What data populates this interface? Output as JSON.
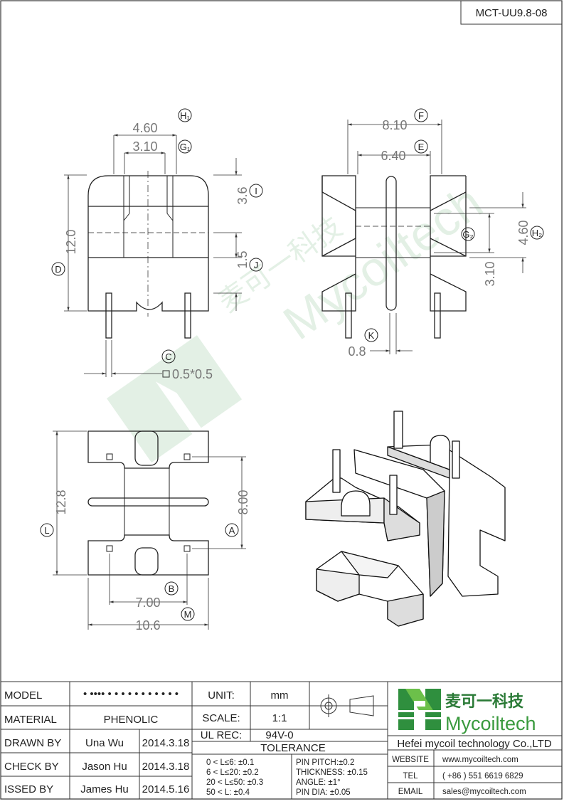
{
  "drawing_code": "MCT-UU9.8-08",
  "watermark": {
    "text": "Mycoiltech",
    "cn": "麦可一科技"
  },
  "front_view": {
    "dims": {
      "w_top": "4.60",
      "w_inner": "3.10",
      "h_total": "12.0",
      "h_top": "3.6",
      "h_mid": "1.5",
      "pin": "0.5*0.5"
    },
    "labels": {
      "H1": "H₁",
      "G1": "G₁",
      "I": "I",
      "J": "J",
      "D": "D",
      "C": "C"
    }
  },
  "side_view": {
    "dims": {
      "w_total": "8.10",
      "w_inner": "6.40",
      "h_outer": "4.60",
      "h_inner": "3.10",
      "pin": "0.8"
    },
    "labels": {
      "F": "F",
      "E": "E",
      "G2": "G₂",
      "H2": "H₂",
      "K": "K"
    }
  },
  "bottom_view": {
    "dims": {
      "h_total": "12.8",
      "pitch_v": "8.00",
      "pitch_h": "7.00",
      "w_total": "10.6"
    },
    "labels": {
      "L": "L",
      "A": "A",
      "B": "B",
      "M": "M"
    }
  },
  "title_block": {
    "model_label": "MODEL",
    "model_value": "• •••• • • • • • • • • • • •",
    "material_label": "MATERIAL",
    "material_value": "PHENOLIC",
    "drawn_label": "DRAWN BY",
    "drawn_name": "Una Wu",
    "drawn_date": "2014.3.18",
    "check_label": "CHECK BY",
    "check_name": "Jason Hu",
    "check_date": "2014.3.18",
    "issued_label": "ISSED BY",
    "issued_name": "James Hu",
    "issued_date": "2014.5.16",
    "unit_label": "UNIT:",
    "unit_value": "mm",
    "scale_label": "SCALE:",
    "scale_value": "1:1",
    "ul_label": "UL REC:",
    "ul_value": "94V-0",
    "tolerance_title": "TOLERANCE",
    "tol_lines": [
      "0 < L≤6:  ±0.1",
      "6 < L≤20:  ±0.2",
      "20 < L≤50:  ±0.3",
      "50 < L:  ±0.4"
    ],
    "tol_right": [
      "PIN PITCH:±0.2",
      "THICKNESS:  ±0.15",
      "ANGLE:  ±1°",
      "PIN DIA:  ±0.05"
    ],
    "logo_cn": "麦可一科技",
    "logo_en": "Mycoiltech",
    "company": "Hefei mycoil technology Co.,LTD",
    "website_label": "WEBSITE",
    "website": "www.mycoiltech.com",
    "tel_label": "TEL",
    "tel": "( +86 ) 551 6619 6829",
    "email_label": "EMAIL",
    "email": "sales@mycoiltech.com"
  }
}
